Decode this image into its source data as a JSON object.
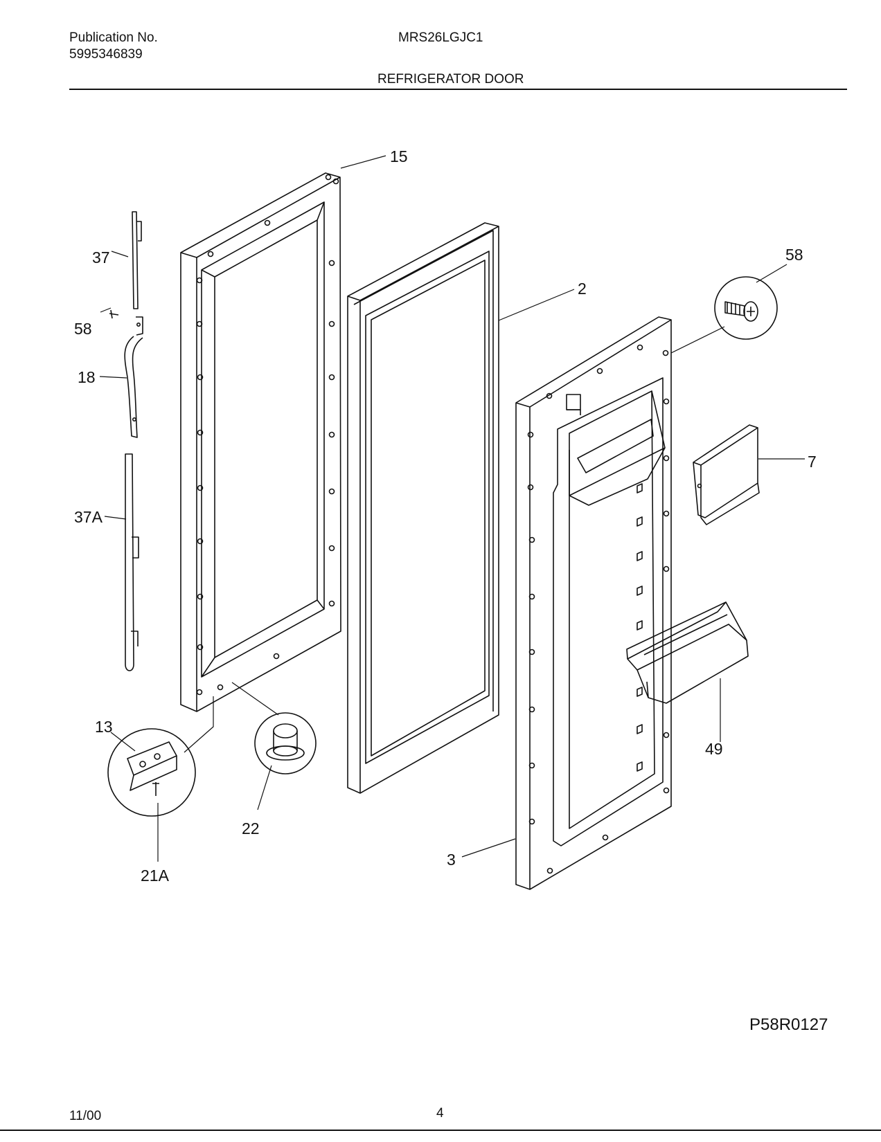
{
  "header": {
    "publication_label": "Publication No.",
    "publication_number": "5995346839",
    "model": "MRS26LGJC1",
    "section_title": "REFRIGERATOR DOOR"
  },
  "diagram": {
    "part_labels": [
      "15",
      "37",
      "58",
      "58",
      "2",
      "18",
      "7",
      "37A",
      "13",
      "22",
      "49",
      "3",
      "21A"
    ],
    "drawing_code": "P58R0127"
  },
  "footer": {
    "date": "11/00",
    "page": "4"
  }
}
